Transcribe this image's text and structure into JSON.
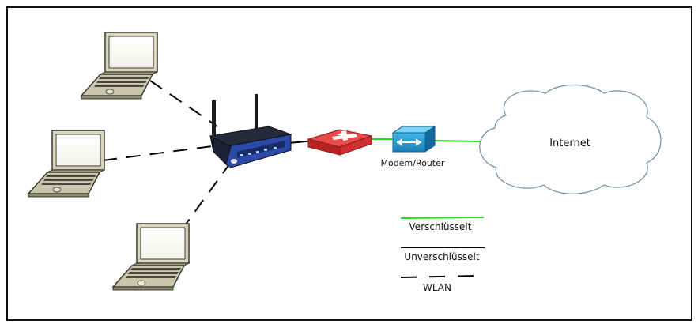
{
  "diagram": {
    "nodes": {
      "modem_router": {
        "label": "Modem/Router"
      },
      "internet": {
        "label": "Internet"
      }
    },
    "legend": {
      "encrypted": {
        "label": "Verschlüsselt",
        "color": "#22dd22"
      },
      "unencrypted": {
        "label": "Unverschlüsselt",
        "color": "#000000"
      },
      "wlan": {
        "label": "WLAN",
        "color": "#000000"
      }
    },
    "icons": {
      "laptops": [
        "laptop-icon",
        "laptop-icon",
        "laptop-icon"
      ],
      "wireless_router": "wireless-router-icon",
      "firewall": "firewall-icon",
      "modem": "modem-router-icon",
      "cloud": "cloud-icon"
    }
  }
}
